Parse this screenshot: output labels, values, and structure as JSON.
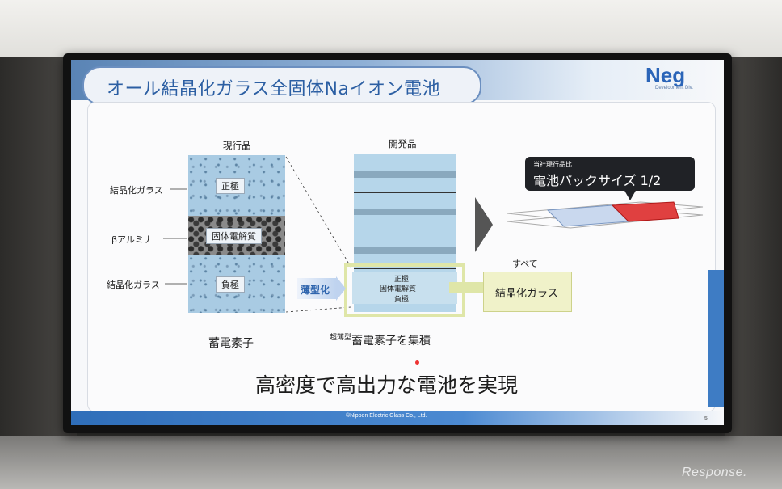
{
  "slide": {
    "title": "オール結晶化ガラス全固体Naイオン電池",
    "logo": {
      "brand": "Neg",
      "subtitle": "Development Div."
    },
    "current": {
      "heading": "現行品",
      "labels": [
        "結晶化ガラス",
        "βアルミナ",
        "結晶化ガラス"
      ],
      "layers": [
        "正極",
        "固体電解質",
        "負極"
      ],
      "caption": "蓄電素子"
    },
    "developed": {
      "heading": "開発品",
      "layers": [
        "正極",
        "固体電解質",
        "負極"
      ],
      "caption_prefix": "超薄型",
      "caption_main": "蓄電素子を集積"
    },
    "thin_label": "薄型化",
    "glass_box": {
      "note": "すべて",
      "label": "結晶化ガラス"
    },
    "callout": {
      "small": "当社現行品比",
      "big": "電池パックサイズ 1/2"
    },
    "headline": "高密度で高出力な電池を実現",
    "copyright": "©Nippon Electric Glass Co., Ltd.",
    "page_number": "5"
  },
  "watermark": "Response."
}
